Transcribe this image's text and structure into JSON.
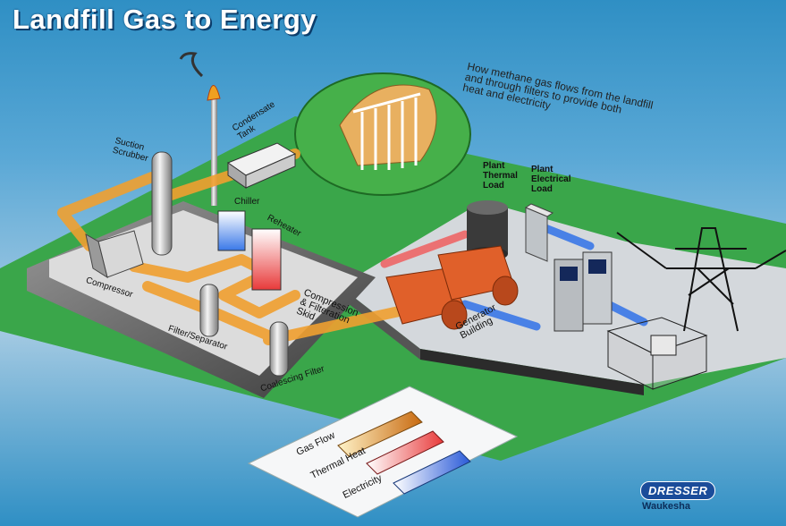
{
  "title": "Landfill Gas to Energy",
  "subtitle": "How methane gas flows from the landfill\nand through filters to provide both\nheat and electricity",
  "labels": {
    "suction_scrubber": "Suction\nScrubber",
    "condensate_tank": "Condensate\nTank",
    "chiller": "Chiller",
    "reheater": "Reheater",
    "compressor": "Compressor",
    "filter_separator": "Filter/Separator",
    "compression_skid": "Compression\n& Filteration\nSkid",
    "coalescing_filter": "Coalescing Filter",
    "plant_thermal_load": "Plant\nThermal\nLoad",
    "plant_electrical_load": "Plant\nElectrical\nLoad",
    "generator_building": "Generator\nBuilding"
  },
  "legend": {
    "gas_flow": "Gas Flow",
    "thermal_heat": "Thermal Heat",
    "electricity": "Electricity"
  },
  "logo": {
    "brand": "DRESSER",
    "sub": "Waukesha"
  },
  "colors": {
    "gas_flow": "#f0a030",
    "thermal_heat": "#f06060",
    "electricity": "#3a78e8",
    "ground": "#3aa64a",
    "skid": "#3a3a3a",
    "generator": "#e0602a",
    "sky": "#5aa8d6"
  }
}
